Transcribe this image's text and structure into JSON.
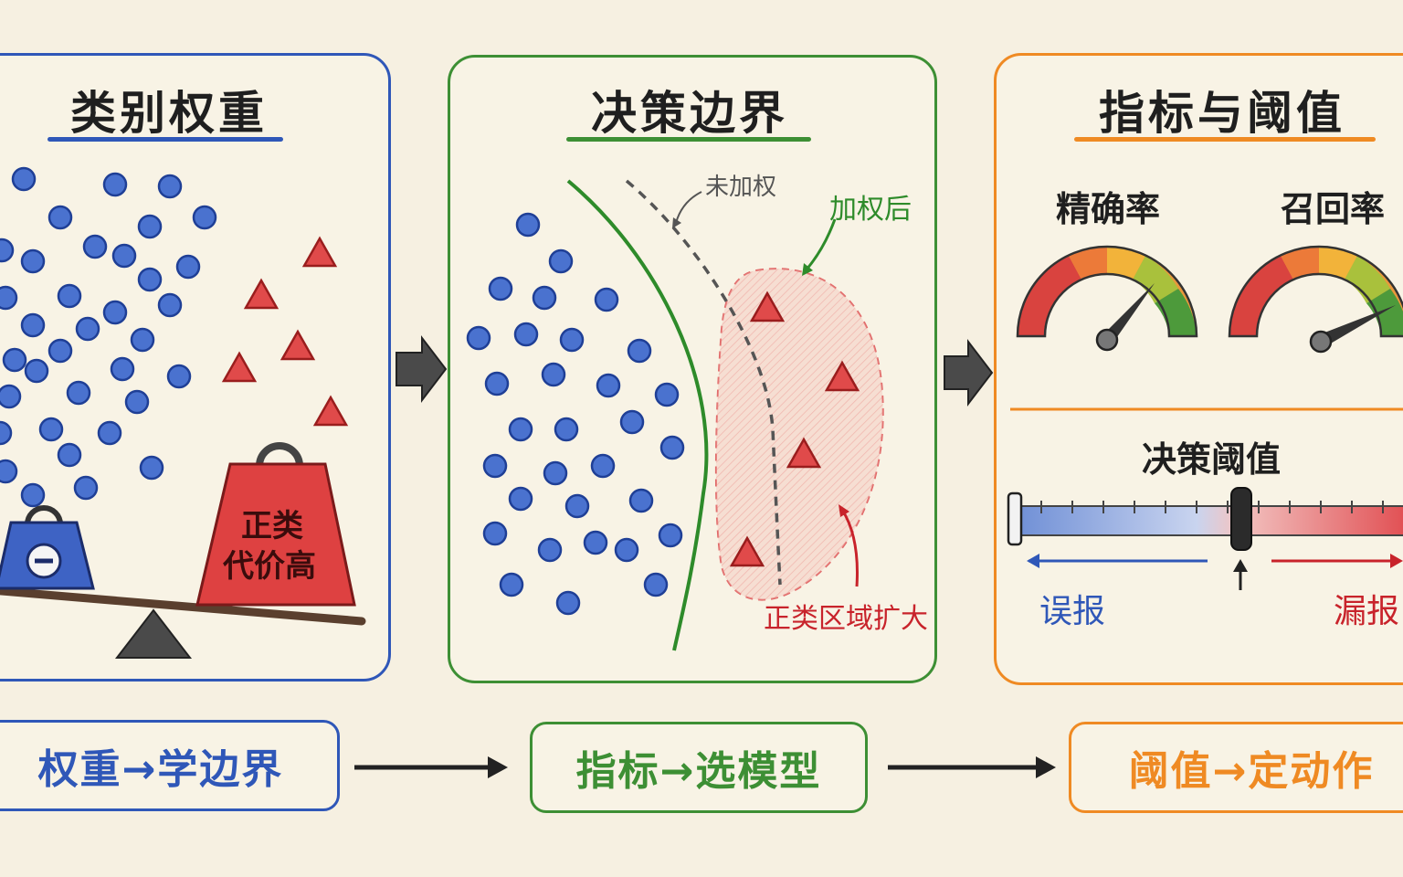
{
  "panels": {
    "weights": {
      "title": "类别权重",
      "weight_label_line1": "正类",
      "weight_label_line2": "代价高"
    },
    "boundary": {
      "title": "决策边界",
      "unweighted_label": "未加权",
      "weighted_label": "加权后",
      "region_label": "正类区域扩大"
    },
    "metrics": {
      "title": "指标与阈值",
      "precision_label": "精确率",
      "recall_label": "召回率",
      "threshold_label": "决策阈值",
      "false_positive_label": "误报",
      "false_negative_label": "漏报"
    }
  },
  "flow": {
    "step1": "权重→学边界",
    "step2": "指标→选模型",
    "step3": "阈值→定动作"
  },
  "colors": {
    "blue": "#2f57b8",
    "green": "#3d8f34",
    "orange": "#ef8a23",
    "red": "#c8232b",
    "paper": "#f6f0e1"
  },
  "icons": [
    "minus-icon",
    "arrow-right-icon",
    "gauge-needle-icon",
    "threshold-marker-icon"
  ]
}
